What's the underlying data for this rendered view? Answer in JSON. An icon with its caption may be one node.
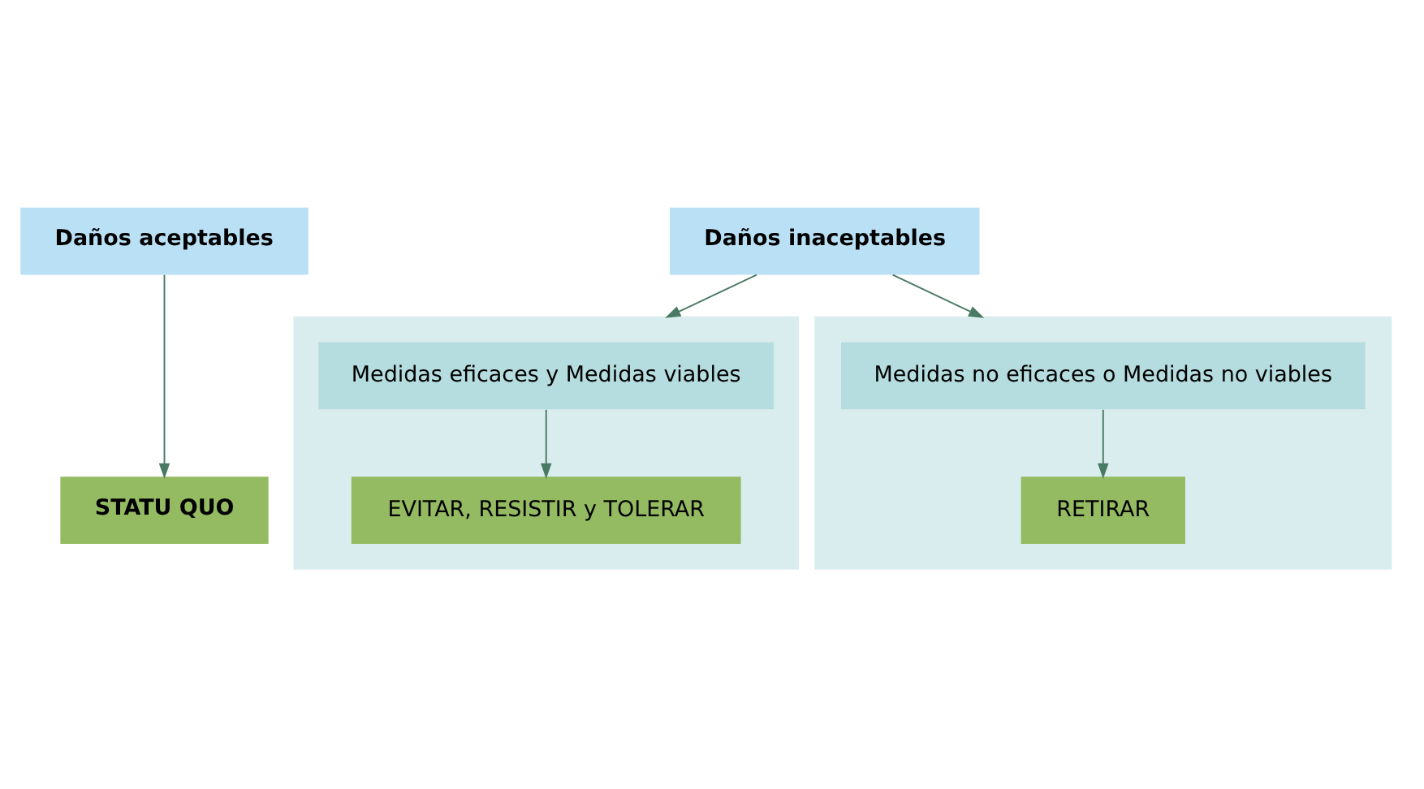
{
  "diagram": {
    "nodes": [
      {
        "text": [
          "Daños aceptables"
        ]
      },
      {
        "text": [
          "Daños inaceptables"
        ]
      },
      {
        "text": [],
        "shape": "box"
      },
      {
        "text": [
          "Medidas eficaces y Medidas viables"
        ],
        "in": 2
      },
      {
        "text": [
          "EVITAR, RESISTIR y TOLERAR"
        ],
        "in": 2
      },
      {
        "text": [],
        "shape": "box"
      },
      {
        "text": [
          "Medidas no eficaces o Medidas no viables"
        ],
        "in": 5
      },
      {
        "text": [
          "RETIRAR"
        ],
        "in": 5
      },
      {
        "text": [
          "STATU QUO"
        ]
      }
    ],
    "edges": [
      {
        "from": 0,
        "to": 8,
        "arrow": "to"
      },
      {
        "from": 1,
        "to": 2,
        "arrow": "to"
      },
      {
        "from": 1,
        "to": 5,
        "arrow": "to"
      },
      {
        "from": 3,
        "to": 4,
        "arrow": "to"
      },
      {
        "from": 6,
        "to": 7,
        "arrow": "to"
      }
    ]
  }
}
